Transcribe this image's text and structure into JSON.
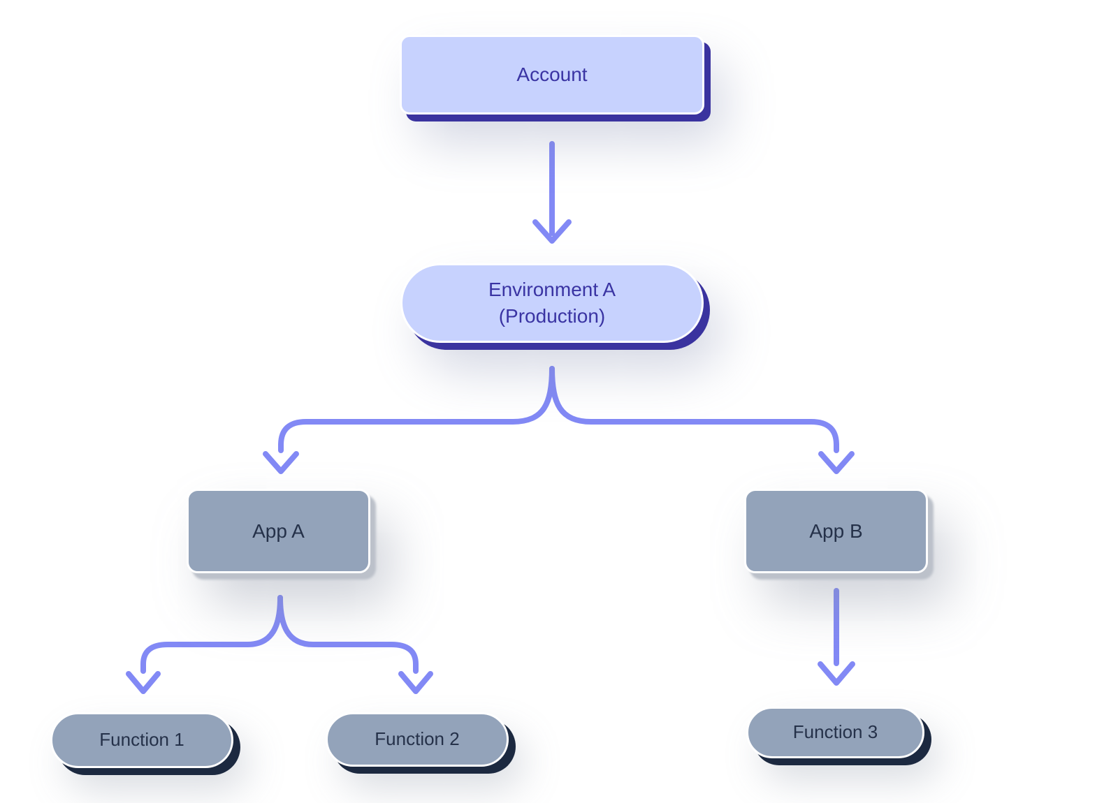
{
  "nodes": {
    "account": {
      "label": "Account"
    },
    "environment_a": {
      "label": "Environment A",
      "sublabel": "(Production)"
    },
    "app_a": {
      "label": "App A"
    },
    "app_b": {
      "label": "App B"
    },
    "function_1": {
      "label": "Function 1"
    },
    "function_2": {
      "label": "Function 2"
    },
    "function_3": {
      "label": "Function 3"
    }
  },
  "edges": [
    {
      "from": "Account",
      "to": "Environment A (Production)"
    },
    {
      "from": "Environment A (Production)",
      "to": "App A"
    },
    {
      "from": "Environment A (Production)",
      "to": "App B"
    },
    {
      "from": "App A",
      "to": "Function 1"
    },
    {
      "from": "App A",
      "to": "Function 2"
    },
    {
      "from": "App B",
      "to": "Function 3"
    }
  ],
  "colors": {
    "node_primary_fill": "#c7d2fe",
    "node_primary_text": "#3a34a3",
    "node_primary_shadow": "#3a339f",
    "node_secondary_fill": "#93a3ba",
    "node_secondary_text": "#253149",
    "node_secondary_shadow": "#1c2940",
    "app_bevel": "#bcc1ca",
    "arrow": "#8289f5",
    "background": "#ffffff"
  }
}
